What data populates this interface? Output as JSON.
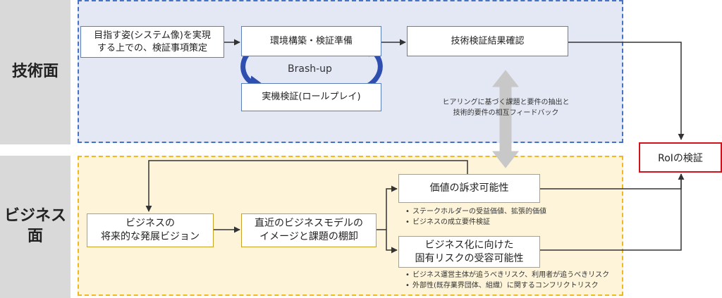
{
  "lanes": {
    "tech": {
      "label": "技術面"
    },
    "business": {
      "label": "ビジネス\n面"
    }
  },
  "tech": {
    "box_goal": "目指す姿(システム像)を実現\nする上での、検証事項策定",
    "box_env": "環境構築・検証準備",
    "box_roleplay": "実機検証(ロールプレイ)",
    "box_result": "技術検証結果確認",
    "brashup": "Brash-up"
  },
  "feedback_note": "ヒアリングに基づく課題と要件の抽出と\n技術的要件の相互フィードバック",
  "business": {
    "box_vision": "ビジネスの\n将来的な発展ビジョン",
    "box_model": "直近のビジネスモデルの\nイメージと課題の棚卸",
    "box_value": "価値の訴求可能性",
    "box_risk": "ビジネス化に向けた\n固有リスクの受容可能性",
    "value_notes": [
      "ステークホルダーの受益価値、拡張的価値",
      "ビジネスの成立要件検証"
    ],
    "risk_notes": [
      "ビジネス運営主体が追うべきリスク、利用者が追うべきリスク",
      "外部性(既存業界団体、組織）に関するコンフリクトリスク"
    ]
  },
  "roi": {
    "label": "RoIの検証"
  },
  "colors": {
    "tech_region_border": "#4472c4",
    "tech_region_fill": "#e3e8f4",
    "business_region_border": "#f2b81f",
    "business_region_fill": "#fdf4d9",
    "cycle_arrow": "#2f4fb0",
    "roi_border": "#d0121b",
    "feedback_arrow": "#c8c8c8"
  }
}
